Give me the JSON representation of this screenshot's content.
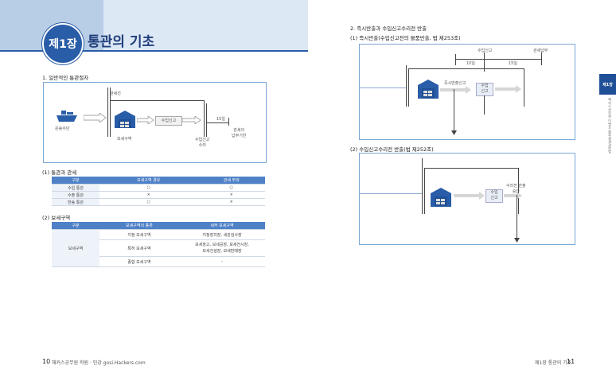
{
  "left": {
    "chapter_badge": "제1장",
    "chapter_title": "통관의 기초",
    "section1_heading": "1. 일반적인 통관절차",
    "diagram1": {
      "customs_line": "관세선",
      "transport": "운송수단",
      "bonded_area": "보세구역",
      "import_declaration": "수입신고",
      "acceptance": "수입신고\n수리",
      "days": "15일",
      "tax_due": "관세의\n납부기한"
    },
    "sub1_heading": "(1) 통관과 관세",
    "table1": {
      "headers": [
        "구분",
        "보세구역 경유",
        "관세 부과"
      ],
      "rows": [
        [
          "수입 통관",
          "○",
          "○"
        ],
        [
          "수출 통관",
          "×",
          "×"
        ],
        [
          "반송 통관",
          "○",
          "×"
        ]
      ]
    },
    "sub2_heading": "(2) 보세구역",
    "table2": {
      "headers": [
        "구분",
        "보세구역의 종류",
        "세부 보세구역"
      ],
      "group": "보세구역",
      "rows": [
        [
          "지정 보세구역",
          "지정장치장, 세관검사장"
        ],
        [
          "특허 보세구역",
          "보세창고, 보세공장, 보세전시장,\n보세건설장, 보세판매장"
        ],
        [
          "종합 보세구역",
          "-"
        ]
      ]
    },
    "footer_page": "10",
    "footer_text": "해커스공무원 학원 · 인강 gosi.Hackers.com"
  },
  "right": {
    "section2_heading": "2. 즉시반출과 수입신고수리전 반출",
    "sub1_heading": "(1) 즉시반출(수입신고전의 물품반출, 법 제253조)",
    "diagram2": {
      "import_declaration_top": "수입신고",
      "tax_payment": "관세납부",
      "days10": "10일",
      "days15": "15일",
      "release": "즉시반출신고",
      "import_decl": "수입\n신고"
    },
    "sub2_heading": "(2) 수입신고수리전 반출(법 제252조)",
    "diagram3": {
      "release_before": "수리전 반출\n승인",
      "import_decl": "수입\n신고"
    },
    "side_tab": "제1장",
    "side_text": "해커스공무원 이명호 물류관세관련법",
    "footer_page": "11",
    "footer_text": "제1장 통관의 기초"
  },
  "colors": {
    "accent": "#2a5da8",
    "table_header": "#4f81c7",
    "box_border": "#7aa7d6"
  }
}
